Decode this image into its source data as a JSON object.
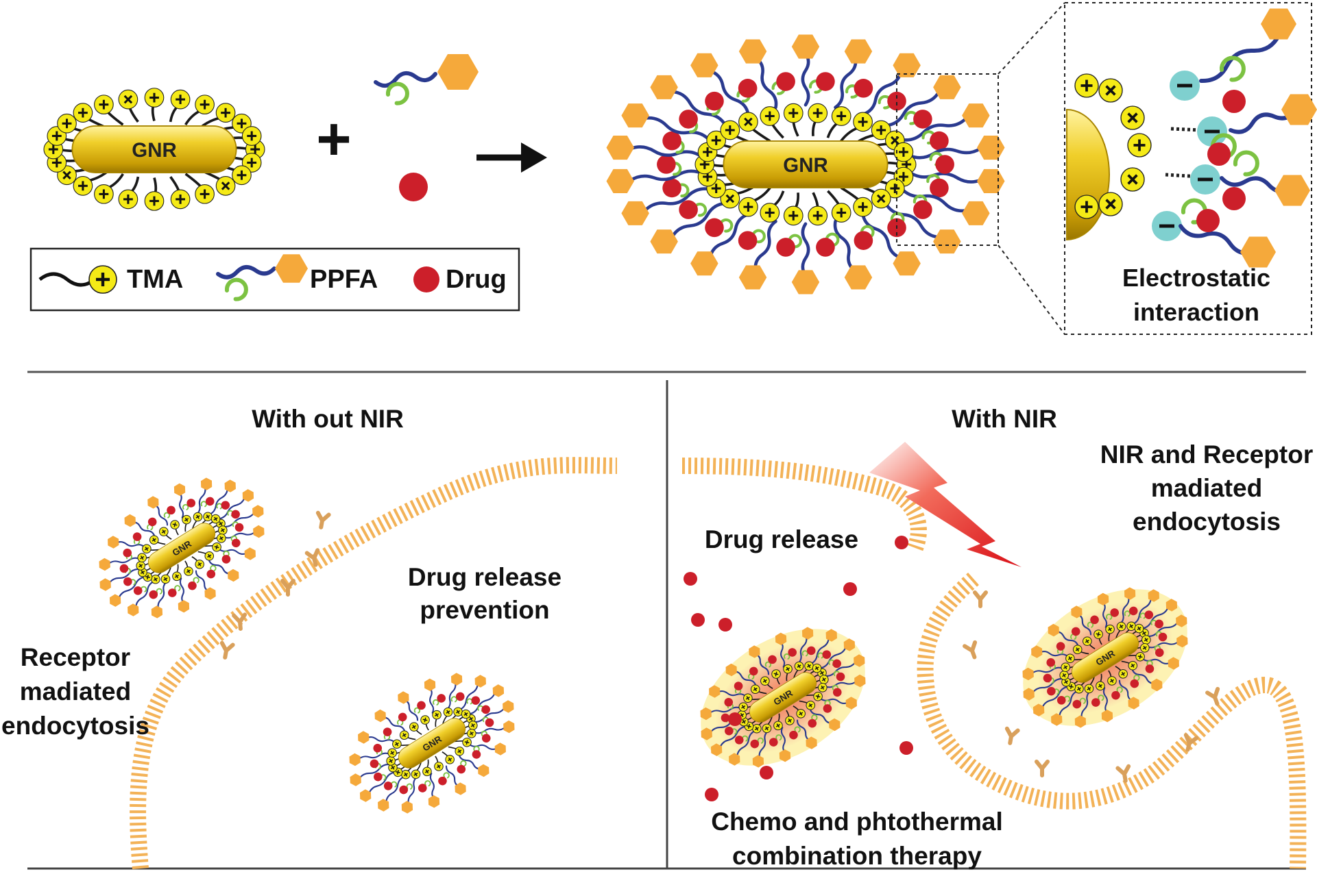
{
  "colors": {
    "gold": "#e8c21a",
    "gold_dark": "#a88500",
    "tma_bead": "#f5ea16",
    "ppfa_hex": "#f5a93b",
    "drug": "#cc1f2a",
    "chain_blue": "#2a3a8f",
    "chain_green": "#7cc242",
    "neg_bead": "#7fd0cf",
    "membrane": "#f3b257",
    "receptor": "#d9a05b",
    "laser": "#e52222",
    "glow_outer": "#fdf2b3",
    "glow_inner": "#f5a070"
  },
  "top": {
    "gnr_label": "GNR",
    "plus": "+",
    "arrow_icon": "right-arrow",
    "legend": {
      "tma": "TMA",
      "ppfa": "PPFA",
      "drug": "Drug"
    },
    "inset": {
      "line1": "Electrostatic",
      "line2": "interaction"
    }
  },
  "bottom_left": {
    "title": "With out NIR",
    "release_prevention": [
      "Drug release",
      "prevention"
    ],
    "receptor": [
      "Receptor",
      "madiated",
      "endocytosis"
    ]
  },
  "bottom_right": {
    "title": "With NIR",
    "nir_receptor": [
      "NIR and Receptor",
      "madiated",
      "endocytosis"
    ],
    "drug_release": "Drug release",
    "therapy": [
      "Chemo and phtothermal",
      "combination therapy"
    ]
  }
}
